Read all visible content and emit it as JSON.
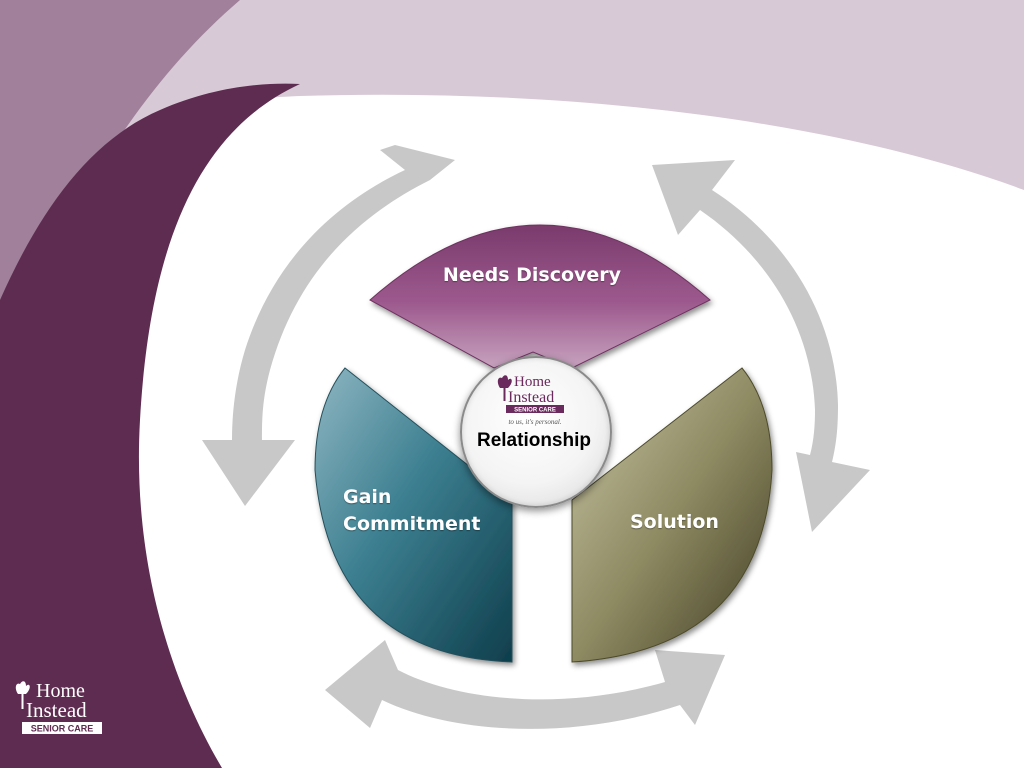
{
  "diagram": {
    "segments": [
      {
        "id": "needs",
        "label": "Needs Discovery"
      },
      {
        "id": "gain",
        "label": "Gain Commitment"
      },
      {
        "id": "solution",
        "label": "Solution"
      }
    ],
    "center_label": "Relationship"
  },
  "logo": {
    "line1": "Home",
    "line2": "Instead",
    "line3": "SENIOR CARE",
    "tagline": "to us, it's personal."
  },
  "colors": {
    "purple_dark": "#5e2c50",
    "purple_light": "#d8c9d6",
    "needs": "#8a4a7c",
    "gain": "#2e6f80",
    "solution": "#8a8660",
    "arrows": "#c8c8c8"
  }
}
